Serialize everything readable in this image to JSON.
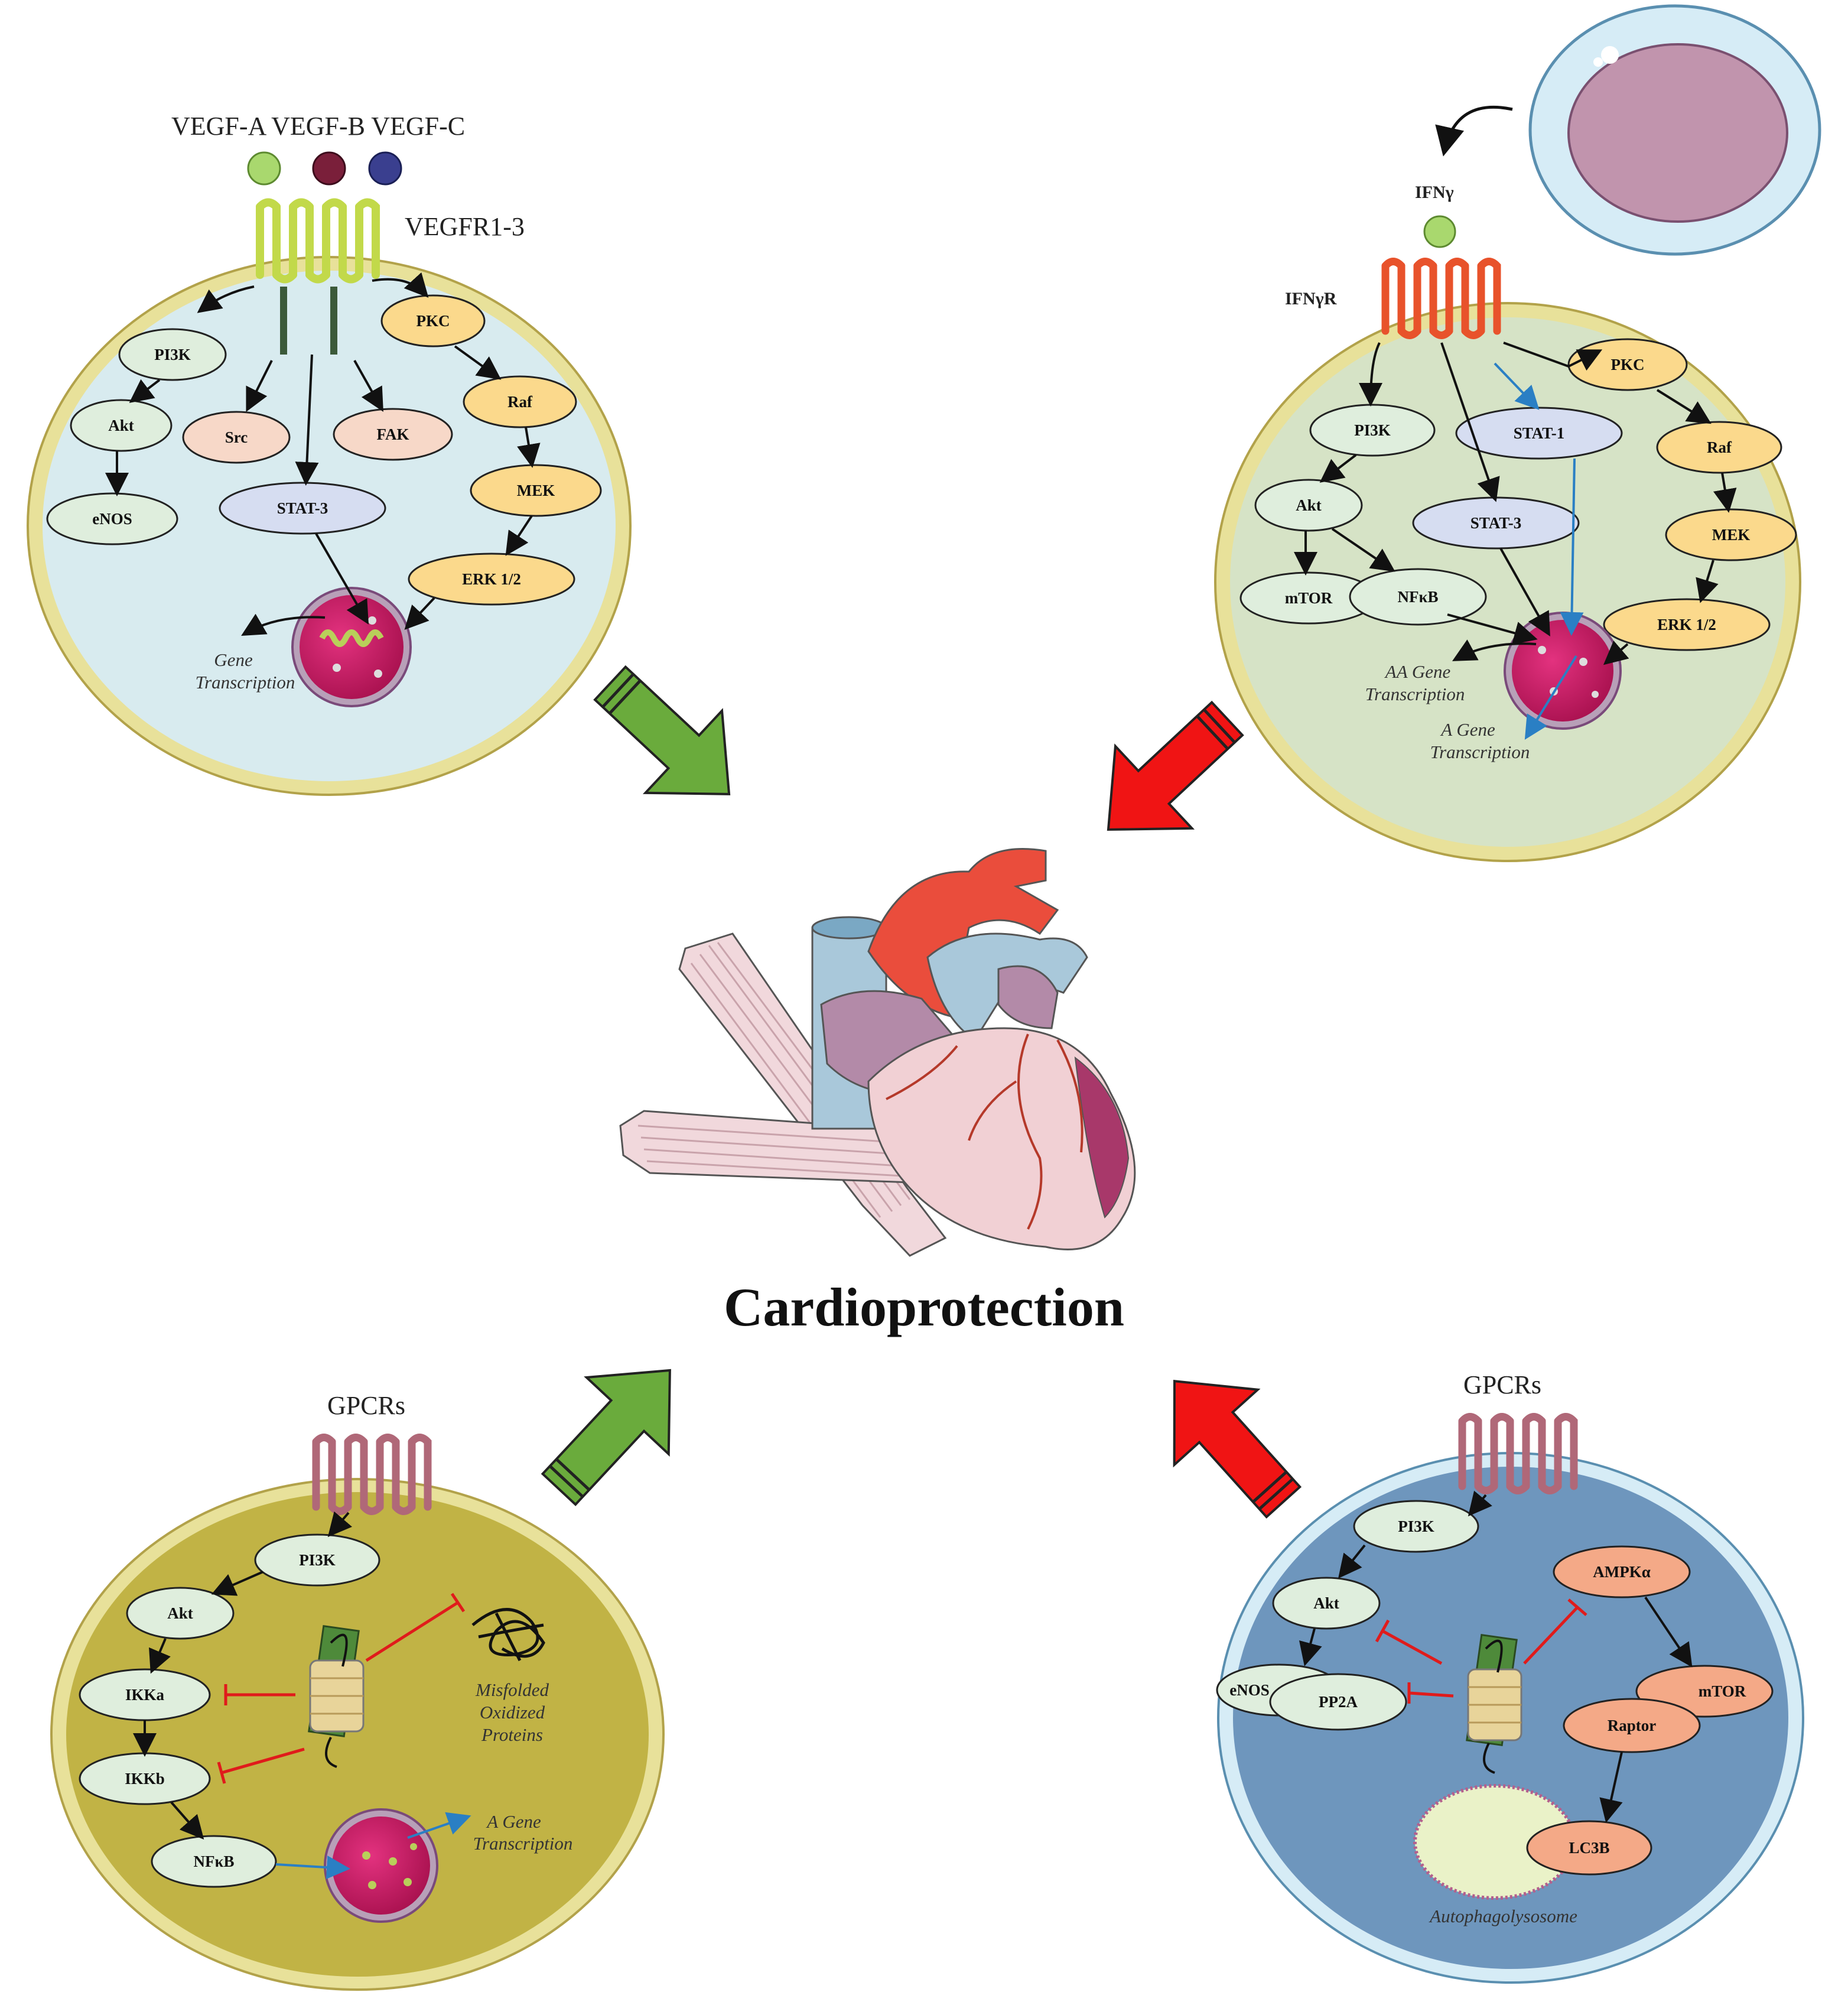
{
  "title": "Cardioprotection",
  "colors": {
    "green_arrow": "#6aab3c",
    "red_arrow": "#f01414",
    "cell_vegf": "#d8ebef",
    "cell_ifn": "#d6e3c6",
    "cell_gpcr_left": "#c1b345",
    "cell_gpcr_right": "#6e96bd",
    "membrane": "#e8e19a",
    "nucleus": "#cf1b68"
  },
  "panels": {
    "vegf": {
      "ligands": "VEGF-A VEGF-B VEGF-C",
      "receptor": "VEGFR1-3",
      "nodes": {
        "pi3k": "PI3K",
        "akt": "Akt",
        "enos": "eNOS",
        "src": "Src",
        "fak": "FAK",
        "stat3": "STAT-3",
        "pkc": "PKC",
        "raf": "Raf",
        "mek": "MEK",
        "erk": "ERK 1/2"
      },
      "gene_line1": "Gene",
      "gene_line2": "Transcription"
    },
    "ifn": {
      "ligand": "IFNγ",
      "receptor": "IFNγR",
      "nodes": {
        "pi3k": "PI3K",
        "akt": "Akt",
        "mtor": "mTOR",
        "nfkb": "NFκB",
        "stat1": "STAT-1",
        "stat3": "STAT-3",
        "pkc": "PKC",
        "raf": "Raf",
        "mek": "MEK",
        "erk": "ERK 1/2"
      },
      "aa_line1": "AA Gene",
      "aa_line2": "Transcription",
      "a_line1": "A Gene",
      "a_line2": "Transcription"
    },
    "gpcr_left": {
      "receptor": "GPCRs",
      "nodes": {
        "pi3k": "PI3K",
        "akt": "Akt",
        "ikka": "IKKa",
        "ikkb": "IKKb",
        "nfkb": "NFκB"
      },
      "misfolded_line1": "Misfolded",
      "misfolded_line2": "Oxidized",
      "misfolded_line3": "Proteins",
      "gene_line1": "A Gene",
      "gene_line2": "Transcription"
    },
    "gpcr_right": {
      "receptor": "GPCRs",
      "nodes": {
        "pi3k": "PI3K",
        "akt": "Akt",
        "enos": "eNOS",
        "pp2a": "PP2A",
        "ampk": "AMPKα",
        "mtor": "mTOR",
        "raptor": "Raptor",
        "lc3b": "LC3B"
      },
      "autophago": "Autophagolysosome"
    }
  }
}
